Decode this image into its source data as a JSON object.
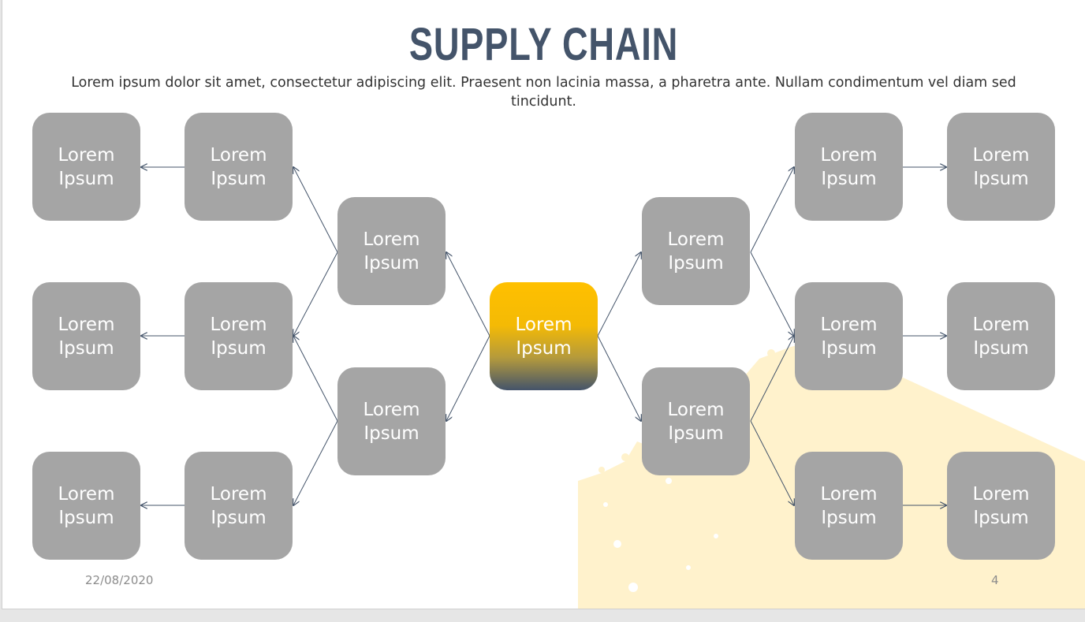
{
  "slide": {
    "title": "SUPPLY CHAIN",
    "subtitle": "Lorem ipsum dolor sit amet, consectetur adipiscing elit. Praesent non lacinia massa, a pharetra ante. Nullam condimentum vel diam sed tincidunt.",
    "date": "22/08/2020",
    "page_number": "4"
  },
  "nodes": {
    "center": "Lorem Ipsum",
    "l_mid_top": "Lorem Ipsum",
    "l_mid_bottom": "Lorem Ipsum",
    "l_inner_top": "Lorem Ipsum",
    "l_inner_middle": "Lorem Ipsum",
    "l_inner_bottom": "Lorem Ipsum",
    "l_outer_top": "Lorem Ipsum",
    "l_outer_middle": "Lorem Ipsum",
    "l_outer_bottom": "Lorem Ipsum",
    "r_mid_top": "Lorem Ipsum",
    "r_mid_bottom": "Lorem Ipsum",
    "r_inner_top": "Lorem Ipsum",
    "r_inner_middle": "Lorem Ipsum",
    "r_inner_bottom": "Lorem Ipsum",
    "r_outer_top": "Lorem Ipsum",
    "r_outer_middle": "Lorem Ipsum",
    "r_outer_bottom": "Lorem Ipsum"
  },
  "colors": {
    "title": "#44546a",
    "box_fill": "#a5a5a5",
    "center_gradient_top": "#ffc000",
    "center_gradient_bottom": "#44546a",
    "connector": "#44546a",
    "splash": "#fff2cc"
  }
}
